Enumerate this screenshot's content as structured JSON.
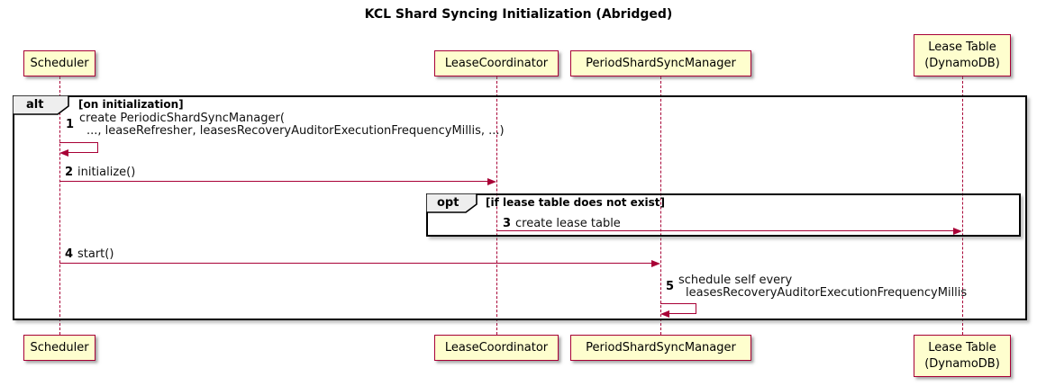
{
  "title": "KCL Shard Syncing Initialization (Abridged)",
  "colors": {
    "participant_fill": "#FEFECE",
    "participant_border": "#A80036",
    "arrow": "#A80036",
    "lifeline": "#A80036",
    "frame_border": "#000000",
    "frame_label_fill": "#EEEEEE"
  },
  "participants": [
    {
      "label": "Scheduler"
    },
    {
      "label": "LeaseCoordinator"
    },
    {
      "label": "PeriodShardSyncManager"
    },
    {
      "label": "Lease Table\n(DynamoDB)"
    }
  ],
  "frames": [
    {
      "type": "alt",
      "condition": "[on initialization]"
    },
    {
      "type": "opt",
      "condition": "[if lease table does not exist]"
    }
  ],
  "messages": [
    {
      "num": "1",
      "line1": "create PeriodicShardSyncManager(",
      "line2": "..., leaseRefresher, leasesRecoveryAuditorExecutionFrequencyMillis, ...)",
      "kind": "self",
      "from": "Scheduler",
      "to": "Scheduler"
    },
    {
      "num": "2",
      "text": "initialize()",
      "kind": "arrow",
      "from": "Scheduler",
      "to": "LeaseCoordinator"
    },
    {
      "num": "3",
      "text": "create lease table",
      "kind": "arrow",
      "from": "LeaseCoordinator",
      "to": "Lease Table (DynamoDB)"
    },
    {
      "num": "4",
      "text": "start()",
      "kind": "arrow",
      "from": "Scheduler",
      "to": "PeriodShardSyncManager"
    },
    {
      "num": "5",
      "line1": "schedule self every",
      "line2": "leasesRecoveryAuditorExecutionFrequencyMillis",
      "kind": "self",
      "from": "PeriodShardSyncManager",
      "to": "PeriodShardSyncManager"
    }
  ]
}
